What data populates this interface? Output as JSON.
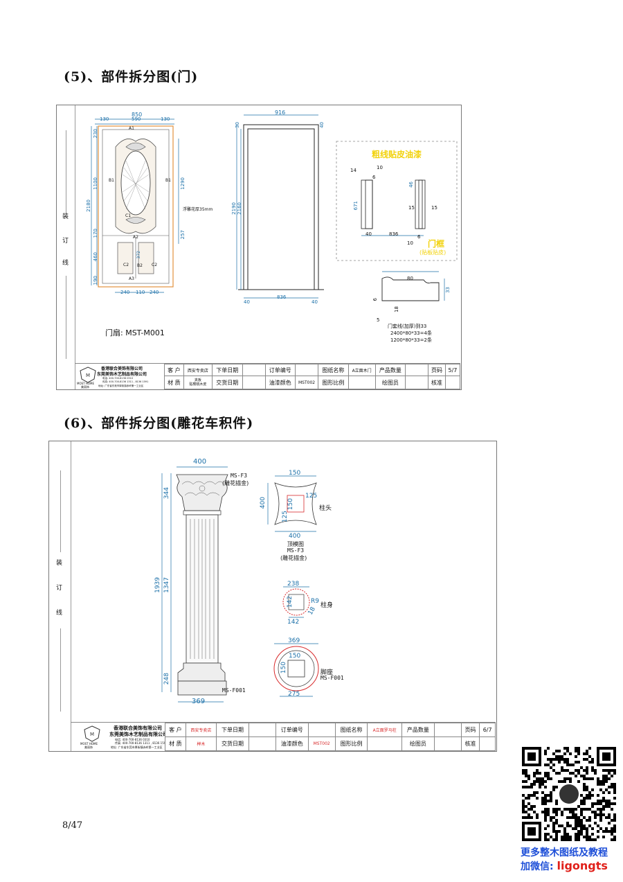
{
  "section5": {
    "heading": "(5)、部件拆分图(门)",
    "binding_chars": [
      "装",
      "订",
      "线"
    ],
    "door_leaf": {
      "dims_top": [
        "850",
        "130",
        "590",
        "130"
      ],
      "dims_left": [
        "230",
        "1100",
        "2180",
        "170",
        "460",
        "190"
      ],
      "dims_right": [
        "1290",
        "257"
      ],
      "dims_bottom": [
        "240",
        "110",
        "240"
      ],
      "parts": [
        "A1",
        "B1",
        "B1",
        "C1",
        "A2",
        "C2",
        "B2",
        "C2",
        "A3"
      ],
      "dim_372": "372",
      "note": "浮雕花厚35mm",
      "caption": "门扇: MST-M001"
    },
    "door_frame": {
      "top": "916",
      "top_left": "30",
      "top_right": "40",
      "height_outer": "2190",
      "height_inner": "2160",
      "bottom_left": "40",
      "bottom_mid": "836",
      "bottom_right": "40"
    },
    "detail": {
      "title": "粗线贴皮油漆",
      "dims": [
        "14",
        "10",
        "6",
        "671",
        "46",
        "15",
        "15",
        "40",
        "836",
        "6",
        "10"
      ],
      "frame_label": "门框",
      "frame_sub": "(贴板贴皮)"
    },
    "casing": {
      "dims": [
        "80",
        "33",
        "6",
        "18",
        "5"
      ],
      "label": "门套线(加厚)到33",
      "line1": "2400*80*33=4条",
      "line2": "1200*80*33=2条"
    },
    "title_block": {
      "company1": "香港联合美饰有限公司",
      "company2": "东莞美饰木艺制品有限公司",
      "brand": "MOST HOME",
      "brand_cn": "美丽饰",
      "tel": "电话: 400-700-8136 0310",
      "fax": "传真: 400-700-8136 1311 , 8136 1591",
      "addr": "地址: 广东省东莞市厚街镇赤岭第一工业区",
      "cells_row1": [
        "客 户",
        "西安专卖店",
        "下单日期",
        "",
        "订单编号",
        "",
        "图纸名称",
        "A立面木门",
        "产品数量",
        "",
        "页码",
        "5/7"
      ],
      "cells_row2": [
        "材 质",
        "夹板\n贴樱桃木皮",
        "交货日期",
        "",
        "油漆颜色",
        "MST002",
        "图形比例",
        "",
        "绘图员",
        "",
        "核准",
        ""
      ]
    }
  },
  "section6": {
    "heading": "(6)、部件拆分图(雕花车积件)",
    "binding_chars": [
      "装",
      "订",
      "线"
    ],
    "column": {
      "top_width": "400",
      "dims_left_inner": [
        "344",
        "1347",
        "248"
      ],
      "dim_total": "1939",
      "bottom_width": "369",
      "label_top": "MS-F3",
      "label_top_sub": "(雕花描金)",
      "label_base": "MS-F001"
    },
    "capital": {
      "dims": [
        "150",
        "400",
        "125",
        "150",
        "125",
        "400"
      ],
      "label": "柱头",
      "caption1": "顶模图",
      "caption2": "MS-F3",
      "caption3": "(雕花描金)"
    },
    "shaft": {
      "dims": [
        "238",
        "142",
        "R9",
        "18",
        "142"
      ],
      "label": "柱身"
    },
    "base": {
      "dims": [
        "369",
        "150",
        "150",
        "275"
      ],
      "label": "脚座",
      "code": "MS-F001"
    },
    "title_block": {
      "company1": "香港联合美饰有限公司",
      "company2": "东莞美饰木艺制品有限公司",
      "brand": "MOST HOME",
      "brand_cn": "美丽饰",
      "tel": "电话: 400-700-8136 0310",
      "fax": "传真: 400-700-8136 1311 , 8136 1591",
      "addr": "地址: 广东省东莞市厚街镇赤岭第一工业区",
      "cells_row1": [
        "客 户",
        "西安专卖店",
        "下单日期",
        "",
        "订单编号",
        "",
        "图纸名称",
        "A立面罗马柱",
        "产品数量",
        "",
        "页码",
        "6/7"
      ],
      "cells_row2": [
        "材 质",
        "榉木",
        "交货日期",
        "",
        "油漆颜色",
        "MST002",
        "图形比例",
        "",
        "绘图员",
        "",
        "核准",
        ""
      ]
    }
  },
  "footer": {
    "page_number": "8/47",
    "promo_line1": "更多整木图纸及教程",
    "promo_line2": "加微信: ",
    "promo_id": "ligongts"
  },
  "colors": {
    "dim_blue": "#1a6fa8",
    "orange_outline": "#e2913c",
    "promo_blue": "#1e4fd8",
    "promo_red": "#e0201a",
    "detail_yellow": "#f2d20a",
    "red_mark": "#d8292a"
  }
}
